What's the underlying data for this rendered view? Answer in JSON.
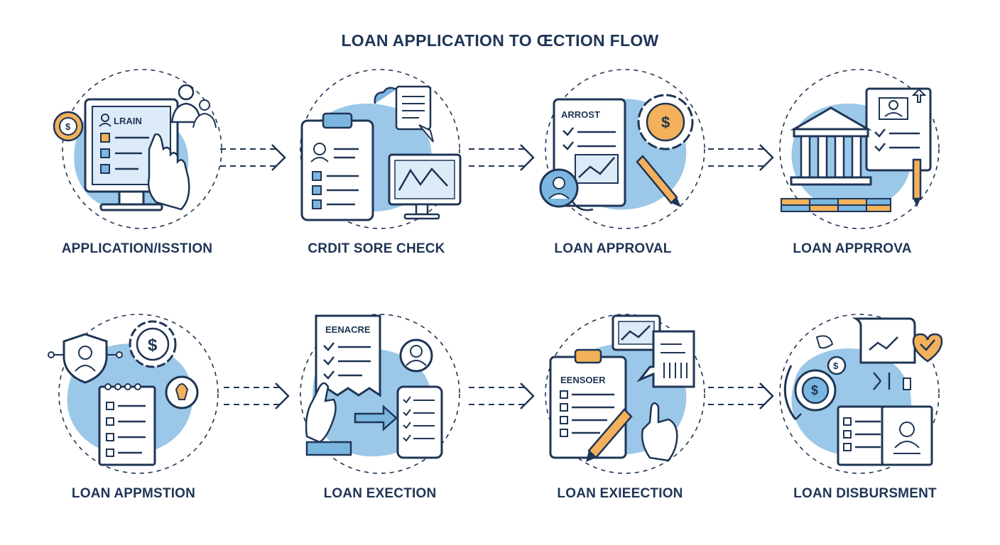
{
  "title": "LOAN APPLICATION TO ŒCTION FLOW",
  "colors": {
    "ink": "#1f3556",
    "blob": "#7ab6e0",
    "fill": "#c9e1f3",
    "accent": "#f2b15a",
    "white": "#ffffff"
  },
  "steps": [
    {
      "label": "APPLICATION/ISSTION",
      "doc_text": "LRAIN",
      "icon": "monitor-application-icon"
    },
    {
      "label": "CRDIT SORE CHECK",
      "doc_text": "",
      "icon": "clipboard-credit-icon"
    },
    {
      "label": "LOAN APPROVAL",
      "doc_text": "ARROST",
      "icon": "approval-document-icon"
    },
    {
      "label": "LOAN APPRROVA",
      "doc_text": "",
      "icon": "bank-building-icon"
    },
    {
      "label": "LOAN APPMSTION",
      "doc_text": "",
      "icon": "shield-checklist-icon"
    },
    {
      "label": "LOAN EXECTION",
      "doc_text": "EENACRE",
      "icon": "hand-document-icon"
    },
    {
      "label": "LOAN EXIEECTION",
      "doc_text": "EENSOER",
      "icon": "clipboard-pencil-icon"
    },
    {
      "label": "LOAN DISBURSMENT",
      "doc_text": "",
      "icon": "disbursement-coin-icon"
    }
  ]
}
